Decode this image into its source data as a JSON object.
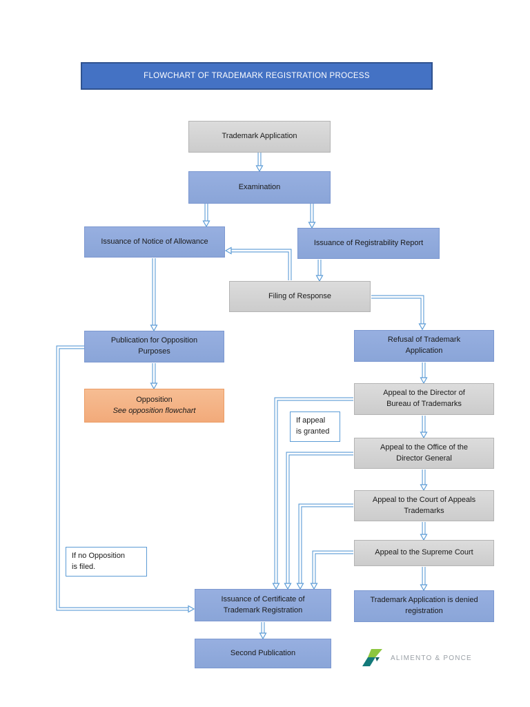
{
  "title": "FLOWCHART OF TRADEMARK REGISTRATION PROCESS",
  "nodes": {
    "trademark_application": {
      "label": "Trademark Application"
    },
    "examination": {
      "label": "Examination"
    },
    "notice_allowance": {
      "label": "Issuance of Notice of Allowance"
    },
    "registrability_report": {
      "label": "Issuance of Registrability Report"
    },
    "filing_response": {
      "label": "Filing of Response"
    },
    "publication": {
      "label": "Publication for Opposition\nPurposes"
    },
    "opposition": {
      "label": "Opposition",
      "note": "See opposition flowchart"
    },
    "refusal": {
      "label": "Refusal of Trademark\nApplication"
    },
    "appeal_director": {
      "label": "Appeal to the Director of\nBureau of Trademarks"
    },
    "appeal_director_general": {
      "label": "Appeal to the Office of the\nDirector General"
    },
    "appeal_court_of_appeals": {
      "label": "Appeal to the Court of Appeals\nTrademarks"
    },
    "appeal_supreme_court": {
      "label": "Appeal to the Supreme Court"
    },
    "denied": {
      "label": "Trademark Application is denied\nregistration"
    },
    "certificate": {
      "label": "Issuance of Certificate of\nTrademark Registration"
    },
    "second_publication": {
      "label": "Second Publication"
    }
  },
  "callouts": {
    "if_appeal_granted": {
      "label": "If appeal\nis granted"
    },
    "if_no_opposition": {
      "label": "If no Opposition\nis filed."
    }
  },
  "logo": {
    "text": "ALIMENTO & PONCE",
    "icon": "alimento-ponce-logo-mark"
  },
  "colors": {
    "title_bg": "#4472C4",
    "title_border": "#2F528F",
    "blue_node": "#8FAADC",
    "gray_node": "#D9D9D9",
    "orange_node": "#F4B183",
    "connector": "#5B9BD5",
    "logo_teal": "#147A7A",
    "logo_green": "#8DC63F"
  }
}
